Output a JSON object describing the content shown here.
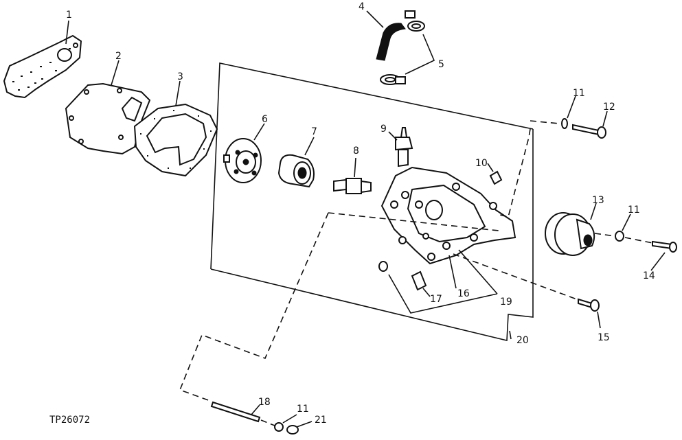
{
  "callouts": {
    "c1": "1",
    "c2": "2",
    "c3": "3",
    "c4": "4",
    "c5": "5",
    "c6": "6",
    "c7": "7",
    "c8": "8",
    "c9": "9",
    "c10": "10",
    "c11a": "11",
    "c12": "12",
    "c13": "13",
    "c11b": "11",
    "c14": "14",
    "c15": "15",
    "c16": "16",
    "c17": "17",
    "c19": "19",
    "c20": "20",
    "c18": "18",
    "c11c": "11",
    "c21": "21"
  },
  "reference": "TP26072"
}
